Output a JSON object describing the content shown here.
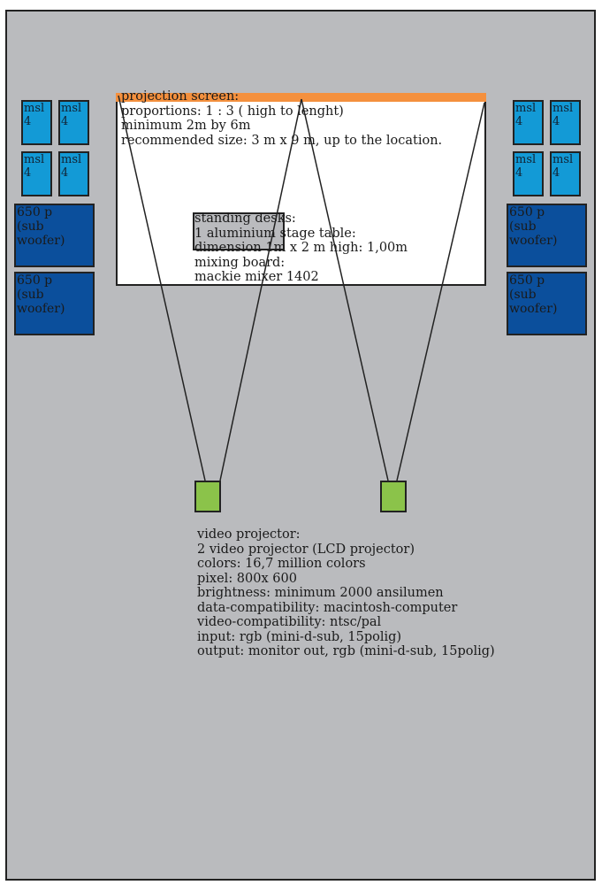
{
  "speakers": {
    "msl": {
      "name": "msl",
      "count": "4"
    },
    "sub": {
      "name": "650 p",
      "desc": "(sub woofer)"
    }
  },
  "screen": {
    "title": "projection screen:",
    "lines": [
      "proportions: 1 : 3 ( high to lenght)",
      "minimum 2m by 6m",
      "recommended size: 3 m x 9 m, up to the location."
    ]
  },
  "desk": {
    "lines": [
      "standing desks:",
      "1 aluminium stage table:",
      "dimension 1m x 2 m high: 1,00m",
      "mixing board:",
      "mackie mixer 1402"
    ]
  },
  "projector": {
    "lines": [
      "video projector:",
      "2 video projector (LCD projector)",
      "colors: 16,7 million colors",
      "pixel: 800x 600",
      "brightness: minimum 2000 ansilumen",
      "data-compatibility: macintosh-computer",
      "video-compatibility: ntsc/pal",
      "input: rgb (mini-d-sub, 15polig)",
      "output: monitor out, rgb (mini-d-sub, 15polig)"
    ]
  },
  "colors": {
    "background": "#babbbe",
    "screen_bar": "#f4903e",
    "msl": "#139ad6",
    "sub": "#0b4f9c",
    "projector": "#8bc34a"
  }
}
